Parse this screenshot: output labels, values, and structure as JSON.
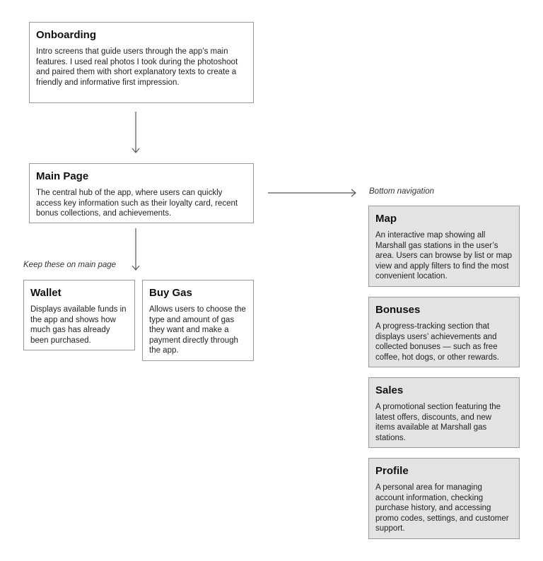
{
  "nodes": {
    "onboarding": {
      "title": "Onboarding",
      "desc": "Intro screens that guide users through the app’s main features. I used real photos I took during the photoshoot and paired them with short explanatory texts to create a friendly and informative first impression."
    },
    "main_page": {
      "title": "Main Page",
      "desc": "The central hub of the app, where users can quickly access key information such as their loyalty card, recent bonus collections, and achievements."
    },
    "wallet": {
      "title": "Wallet",
      "desc": "Displays available funds in the app and shows how much gas has already been purchased."
    },
    "buy_gas": {
      "title": "Buy Gas",
      "desc": "Allows users to choose the type and amount of gas they want and make a payment directly through the app."
    },
    "map": {
      "title": "Map",
      "desc": "An interactive map showing all Marshall gas stations in the user’s area. Users can browse by list or map view and apply filters to find the most convenient location."
    },
    "bonuses": {
      "title": "Bonuses",
      "desc": "A progress-tracking section that displays users’ achievements and collected bonuses — such as free coffee, hot dogs, or other rewards."
    },
    "sales": {
      "title": "Sales",
      "desc": "A promotional section featuring the latest offers, discounts, and new items available at Marshall gas stations."
    },
    "profile": {
      "title": "Profile",
      "desc": "A personal area for managing account information, checking purchase history, and accessing promo codes, settings, and customer support."
    }
  },
  "labels": {
    "keep_on_main": "Keep these on main page",
    "bottom_nav": "Bottom navigation"
  },
  "colors": {
    "box_border": "#9a9a9a",
    "nav_box_fill": "#e3e3e3",
    "arrow": "#555555"
  }
}
